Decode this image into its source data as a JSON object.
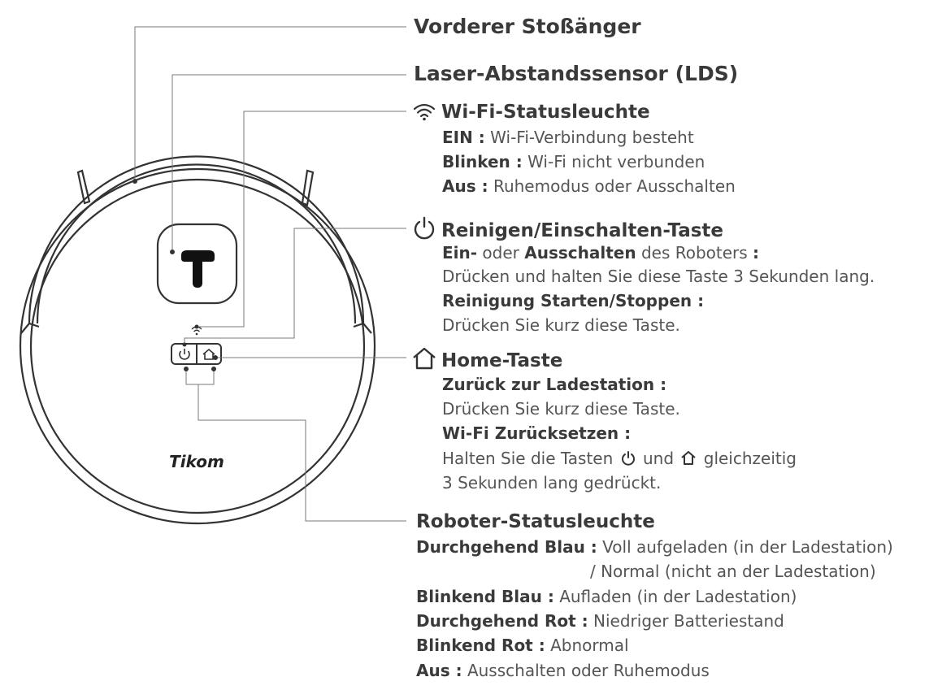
{
  "brand": "Tikom",
  "bumper": {
    "title": "Vorderer Stoßänger"
  },
  "lds": {
    "title": "Laser-Abstandssensor (LDS)"
  },
  "wifi_light": {
    "icon": "wifi-icon",
    "title": "Wi-Fi-Statusleuchte",
    "rows": [
      {
        "key": "EIN :",
        "text": "Wi-Fi-Verbindung besteht"
      },
      {
        "key": "Blinken :",
        "text": "Wi-Fi nicht verbunden"
      },
      {
        "key": "Aus :",
        "text": "Ruhemodus oder Ausschalten"
      }
    ]
  },
  "power_button": {
    "icon": "power-icon",
    "title": "Reinigen/Einschalten-Taste",
    "line1": {
      "a": "Ein-",
      "b": "oder",
      "c": "Ausschalten",
      "d": "des Roboters",
      "e": ":"
    },
    "line2": "Drücken und halten Sie diese Taste 3 Sekunden lang.",
    "line3": "Reinigung Starten/Stoppen :",
    "line4": "Drücken Sie kurz diese Taste."
  },
  "home_button": {
    "icon": "home-icon",
    "title": "Home-Taste",
    "line1": "Zurück zur Ladestation :",
    "line2": "Drücken Sie kurz diese Taste.",
    "line3": "Wi-Fi Zurücksetzen :",
    "line4a": "Halten Sie die Tasten",
    "line4b": "und",
    "line4c": "gleichzeitig",
    "line5": "3 Sekunden lang gedrückt."
  },
  "status_light": {
    "title": "Roboter-Statusleuchte",
    "rows": [
      {
        "key": "Durchgehend Blau :",
        "text": "Voll aufgeladen (in der Ladestation)"
      },
      {
        "key": "",
        "text": "/ Normal (nicht an der Ladestation)"
      },
      {
        "key": "Blinkend Blau :",
        "text": "Aufladen (in der Ladestation)"
      },
      {
        "key": "Durchgehend Rot :",
        "text": "Niedriger Batteriestand"
      },
      {
        "key": "Blinkend Rot :",
        "text": "Abnormal"
      },
      {
        "key": "Aus :",
        "text": "Ausschalten oder Ruhemodus"
      }
    ]
  }
}
